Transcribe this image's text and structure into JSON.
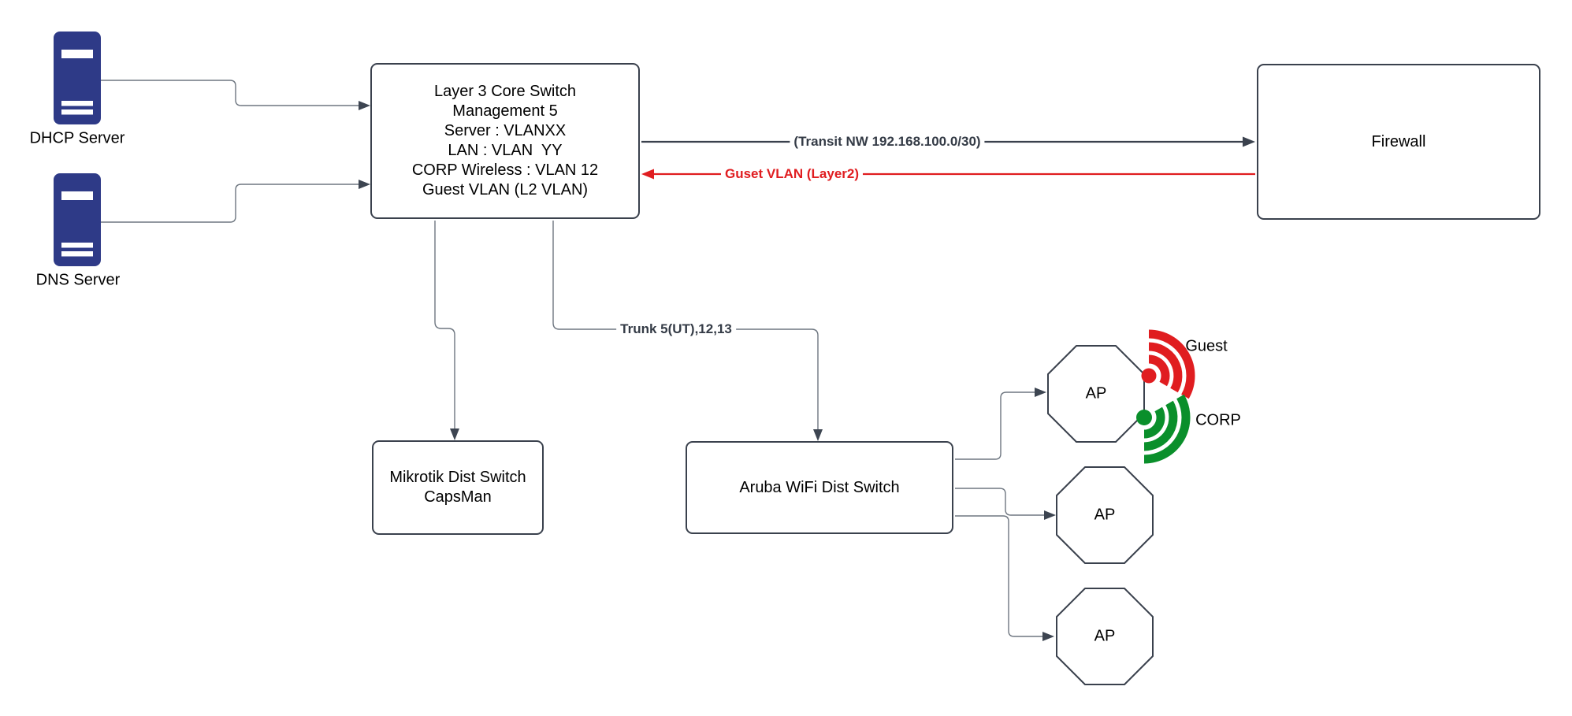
{
  "colors": {
    "box_stroke": "#3a414d",
    "connector_gray": "#6e7680",
    "arrowhead_dark": "#3d4551",
    "transit_line": "#3a414d",
    "guest_vlan_red": "#e01d20",
    "wifi_guest_red": "#e01d20",
    "wifi_corp_green": "#0a8f2b",
    "server_blue": "#2e3a87"
  },
  "nodes": {
    "dhcp_server": {
      "label": "DHCP Server"
    },
    "dns_server": {
      "label": "DNS Server"
    },
    "core_switch": {
      "lines": [
        "Layer 3 Core Switch",
        "Management 5",
        "Server : VLANXX",
        "LAN : VLAN  YY",
        "CORP Wireless : VLAN 12",
        "Guest VLAN (L2 VLAN)"
      ]
    },
    "firewall": {
      "label": "Firewall"
    },
    "mikrotik": {
      "lines": [
        "Mikrotik Dist Switch",
        "CapsMan"
      ]
    },
    "aruba": {
      "label": "Aruba WiFi Dist Switch"
    },
    "ap1": {
      "label": "AP"
    },
    "ap2": {
      "label": "AP"
    },
    "ap3": {
      "label": "AP"
    }
  },
  "edges": {
    "transit": {
      "label": "(Transit NW 192.168.100.0/30)"
    },
    "guest_vlan": {
      "label": "Guset VLAN (Layer2)"
    },
    "trunk": {
      "label": "Trunk 5(UT),12,13"
    }
  },
  "wifi": {
    "guest": {
      "label": "Guest"
    },
    "corp": {
      "label": "CORP"
    }
  }
}
